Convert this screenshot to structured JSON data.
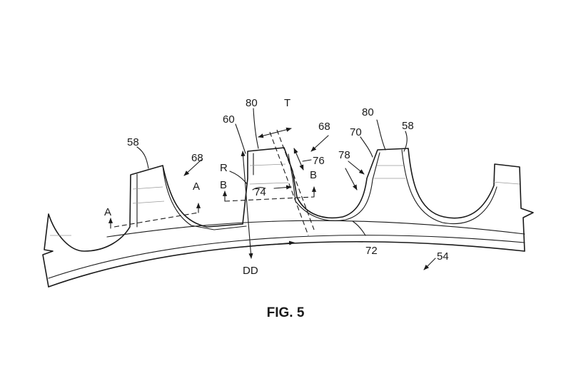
{
  "figure": {
    "caption": "FIG. 5",
    "labels": {
      "l58_left": "58",
      "l58_right": "58",
      "l80_left": "80",
      "l80_right": "80",
      "l60": "60",
      "lT": "T",
      "l68_left": "68",
      "l68_mid": "68",
      "l70": "70",
      "l78": "78",
      "l76": "76",
      "lR": "R",
      "lB_left": "B",
      "lB_right": "B",
      "l74": "74",
      "lA_left": "A",
      "lA_mid": "A",
      "l72": "72",
      "l54": "54",
      "lDD": "DD"
    }
  }
}
